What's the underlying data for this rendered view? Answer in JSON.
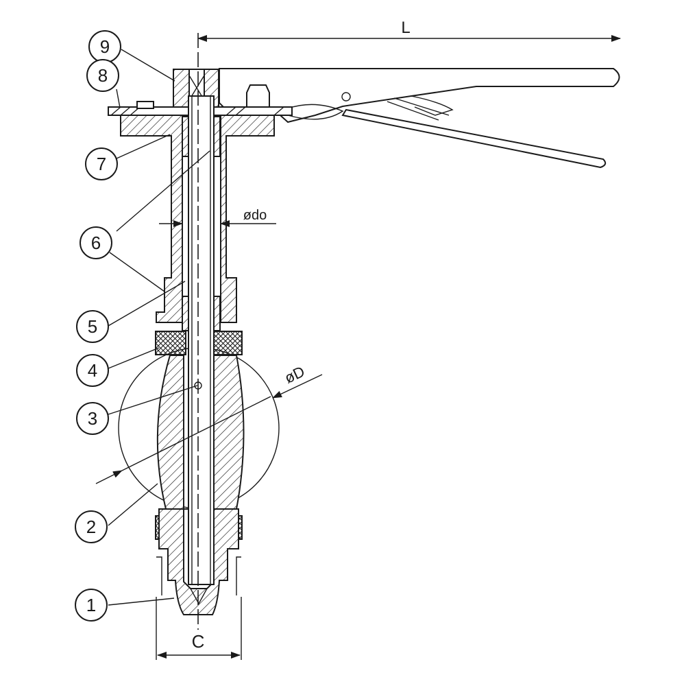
{
  "callouts": [
    {
      "id": "1",
      "label": "1"
    },
    {
      "id": "2",
      "label": "2"
    },
    {
      "id": "3",
      "label": "3"
    },
    {
      "id": "4",
      "label": "4"
    },
    {
      "id": "5",
      "label": "5"
    },
    {
      "id": "6",
      "label": "6"
    },
    {
      "id": "7",
      "label": "7"
    },
    {
      "id": "8",
      "label": "8"
    },
    {
      "id": "9",
      "label": "9"
    }
  ],
  "dimensions": {
    "length": "L",
    "stem_diameter": "ødo",
    "disc_diameter": "øD",
    "face_to_face": "C"
  },
  "colors": {
    "line": "#1a1a1a",
    "background": "#ffffff"
  }
}
